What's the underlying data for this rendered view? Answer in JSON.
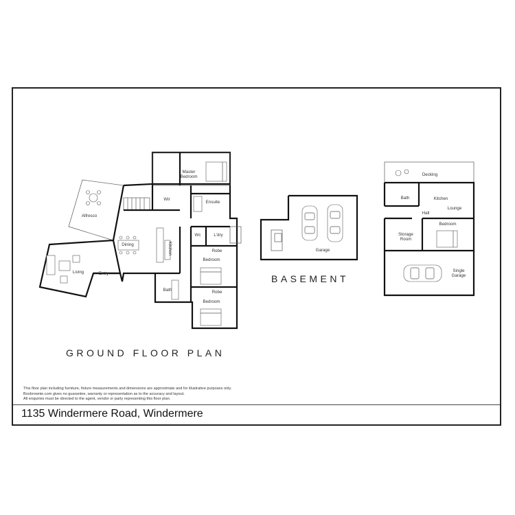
{
  "address": "1135 Windermere Road, Windermere",
  "disclaimer": [
    "This floor plan including furniture, fixture measurements and dimensions are approximate and for illustrative purposes only.",
    "Boxbrownie.com gives no guarantee, warranty or representation as to the accuracy and layout.",
    "All enquiries must be directed to the agent, vendor or party representing this floor plan."
  ],
  "ground_floor": {
    "title": "GROUND FLOOR PLAN",
    "rooms": {
      "master_bedroom": "Master Bedroom",
      "wir": "Wir",
      "ensuite": "Ensuite",
      "alfresco": "Alfresco",
      "dining": "Dining",
      "kitchen": "Kitchen",
      "wc": "Wc",
      "ldry": "L'dry",
      "robe1": "Robe",
      "bedroom1": "Bedroom",
      "living": "Living",
      "entry": "Entry",
      "bath": "Bath",
      "robe2": "Robe",
      "bedroom2": "Bedroom"
    }
  },
  "basement": {
    "title": "BASEMENT",
    "rooms": {
      "garage": "Garage"
    }
  },
  "lower_level": {
    "rooms": {
      "decking": "Decking",
      "bath": "Bath",
      "kitchen": "Kitchen",
      "hall": "Hall",
      "lounge": "Lounge",
      "storage_room": "Storage Room",
      "bedroom": "Bedroom",
      "single_garage": "Single Garage"
    }
  }
}
